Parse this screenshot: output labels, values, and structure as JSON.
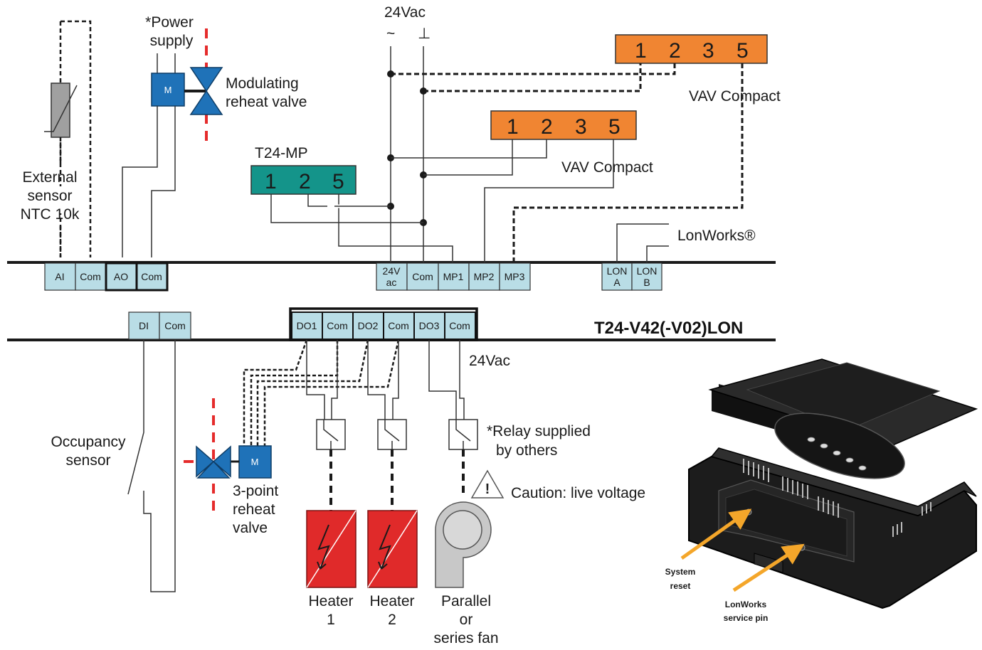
{
  "terminals_top": {
    "ai": "AI",
    "ai_com": "Com",
    "ao": "AO",
    "ao_com": "Com",
    "v24_l1": "24V",
    "v24_l2": "ac",
    "v24_com": "Com",
    "mp1": "MP1",
    "mp2": "MP2",
    "mp3": "MP3",
    "lon_a_l1": "LON",
    "lon_a_l2": "A",
    "lon_b_l1": "LON",
    "lon_b_l2": "B"
  },
  "terminals_bottom": {
    "di": "DI",
    "di_com": "Com",
    "do1": "DO1",
    "do1_com": "Com",
    "do2": "DO2",
    "do2_com": "Com",
    "do3": "DO3",
    "do3_com": "Com"
  },
  "labels": {
    "ext_sensor": [
      "External",
      "sensor",
      "NTC 10k"
    ],
    "power_supply": [
      "*Power",
      "supply"
    ],
    "modulating_valve": [
      "Modulating",
      "reheat valve"
    ],
    "actuator_m": "M",
    "supply_24vac": "24Vac",
    "tilde": "~",
    "ground": "⊥",
    "t24_mp": "T24-MP",
    "t24_mp_nums": [
      "1",
      "2",
      "5"
    ],
    "vav_nums": [
      "1",
      "2",
      "3",
      "5"
    ],
    "vav_compact": "VAV Compact",
    "lonworks": "LonWorks®",
    "model": "T24-V42(-V02)LON",
    "do_24vac": "24Vac",
    "relay_note": [
      "*Relay supplied",
      "by others"
    ],
    "caution_mark": "!",
    "caution": "Caution: live voltage",
    "occupancy": [
      "Occupancy",
      "sensor"
    ],
    "three_point_valve": [
      "3-point",
      "reheat",
      "valve"
    ],
    "heater1": [
      "Heater",
      "1"
    ],
    "heater2": [
      "Heater",
      "2"
    ],
    "fan": [
      "Parallel",
      "or",
      "series fan"
    ],
    "system_reset": [
      "System",
      "reset"
    ],
    "service_pin": [
      "LonWorks",
      "service pin"
    ]
  },
  "colors": {
    "terminal_fill": "#b9dde6",
    "actuator": "#1f72b8",
    "valve": "#1f72b8",
    "vav": "#f08532",
    "t24mp": "#14948a",
    "heater": "#e02a2a",
    "pipe_dash": "#e52b2b",
    "arrow": "#f4a62a",
    "fan": "#c8c8c8",
    "sensor": "#a0a0a0"
  }
}
